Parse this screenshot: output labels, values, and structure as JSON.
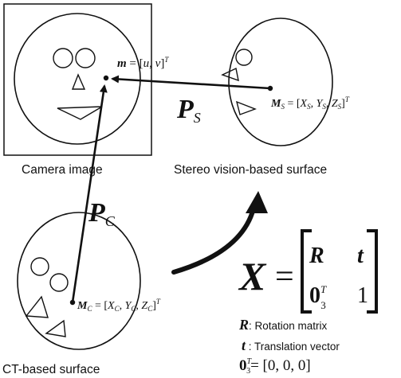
{
  "labels": {
    "camera_image": "Camera image",
    "stereo_surface": "Stereo vision-based surface",
    "ct_surface": "CT-based surface"
  },
  "points": {
    "m": {
      "sym": "m",
      "rest": " = [",
      "u": "u",
      "comma": ", ",
      "v": "v",
      "close": "]",
      "sup": "T"
    },
    "ms": {
      "sym": "M",
      "sub": "S",
      "rest": " = [",
      "x": "X",
      "xs": "S",
      "y": "Y",
      "ys": "S",
      "z": "Z",
      "zs": "S",
      "close": "]",
      "sup": "T"
    },
    "mc": {
      "sym": "M",
      "sub": "C",
      "rest": " = [",
      "x": "X",
      "xs": "C",
      "y": "Y",
      "ys": "C",
      "z": "Z",
      "zs": "C",
      "close": "]",
      "sup": "T"
    }
  },
  "projections": {
    "ps": {
      "sym": "P",
      "sub": "S"
    },
    "pc": {
      "sym": "P",
      "sub": "C"
    }
  },
  "transform": {
    "sym": "X",
    "eq": "=",
    "r": "R",
    "t": "t",
    "zero": "0",
    "zero_sub": "3",
    "zero_sup": "T",
    "one": "1"
  },
  "legend": {
    "r_sym": "R",
    "r_text": ": Rotation matrix",
    "t_sym": "t",
    "t_text": " : Translation vector",
    "zero_sym": "0",
    "zero_sub": "3",
    "zero_sup": "T",
    "zero_text": "= [0, 0, 0]"
  }
}
